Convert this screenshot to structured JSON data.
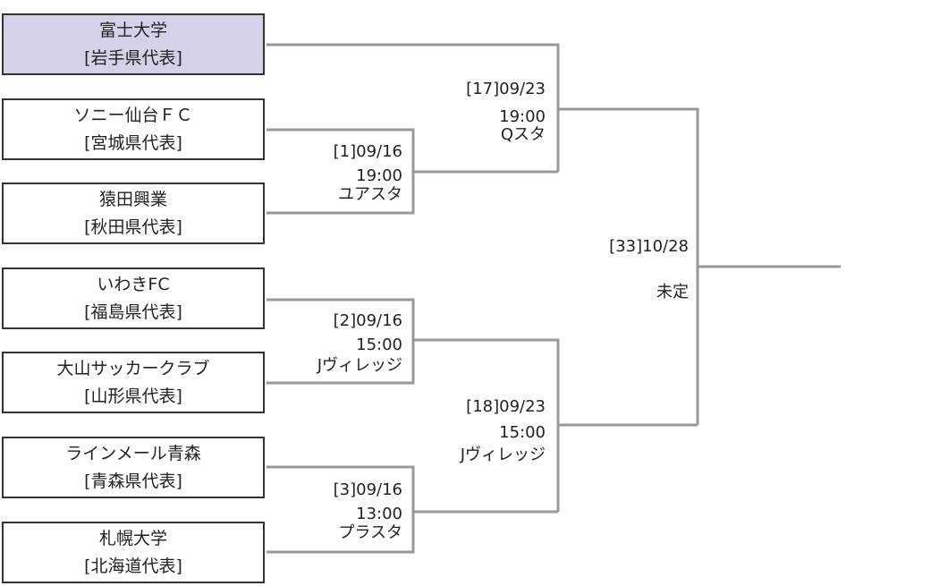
{
  "teams": [
    {
      "name": "富士大学",
      "pref": "[岩手県代表]"
    },
    {
      "name": "ソニー仙台ＦＣ",
      "pref": "[宮城県代表]"
    },
    {
      "name": "猿田興業",
      "pref": "[秋田県代表]"
    },
    {
      "name": "いわきFC",
      "pref": "[福島県代表]"
    },
    {
      "name": "大山サッカークラブ",
      "pref": "[山形県代表]"
    },
    {
      "name": "ラインメール青森",
      "pref": "[青森県代表]"
    },
    {
      "name": "札幌大学",
      "pref": "[北海道代表]"
    }
  ],
  "matches": {
    "m1": {
      "label": "[1]09/16",
      "time": "19:00",
      "venue": "ユアスタ"
    },
    "m2": {
      "label": "[2]09/16",
      "time": "15:00",
      "venue": "Jヴィレッジ"
    },
    "m3": {
      "label": "[3]09/16",
      "time": "13:00",
      "venue": "プラスタ"
    },
    "m17": {
      "label": "[17]09/23",
      "time": "19:00",
      "venue": "Qスタ"
    },
    "m18": {
      "label": "[18]09/23",
      "time": "15:00",
      "venue": "Jヴィレッジ"
    },
    "m33": {
      "label": "[33]10/28",
      "venue": "未定"
    }
  },
  "colors": {
    "line": "#999999",
    "box_border": "#333333",
    "highlight": "#d4d2e8"
  }
}
